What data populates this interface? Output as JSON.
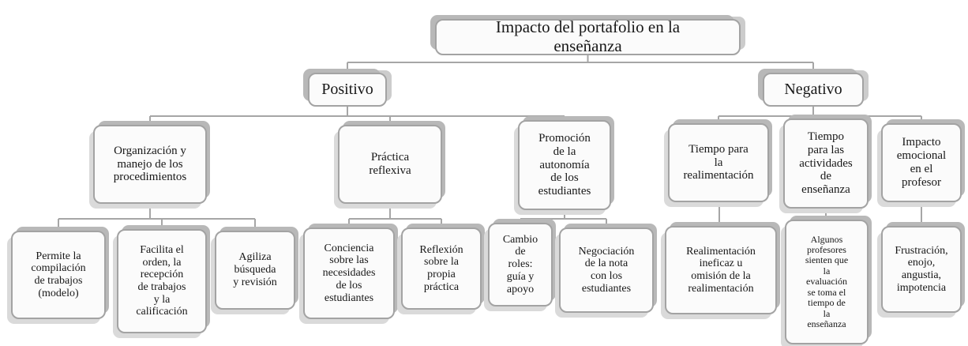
{
  "diagram": {
    "type": "hierarchy-tree",
    "title": "Impacto del portafolio en la enseñanza",
    "colors": {
      "box_fill": "#fbfbfb",
      "box_border": "#a3a3a3",
      "box_shadow": "#b8b8b8",
      "connector": "#a6a6a6",
      "text": "#181818",
      "background": "#ffffff"
    },
    "nodes": {
      "root": {
        "label": "Impacto del portafolio en la\nenseñanza"
      },
      "positivo": {
        "label": "Positivo"
      },
      "negativo": {
        "label": "Negativo"
      },
      "organizacion": {
        "label": "Organización y\nmanejo de los\nprocedimientos"
      },
      "practica": {
        "label": "Práctica\nreflexiva"
      },
      "promocion": {
        "label": "Promoción\nde la\nautonomía\nde los\nestudiantes"
      },
      "tiempo_realimentacion": {
        "label": "Tiempo  para\nla\nrealimentación"
      },
      "tiempo_actividades": {
        "label": "Tiempo\npara las\nactividades\nde\nenseñanza"
      },
      "impacto_emocional": {
        "label": "Impacto\nemocional\nen el\nprofesor"
      },
      "permite": {
        "label": "Permite la\ncompilación\nde trabajos\n(modelo)"
      },
      "facilita": {
        "label": "Facilita el\norden, la\nrecepción\nde trabajos\ny la\ncalificación"
      },
      "agiliza": {
        "label": "Agiliza\nbúsqueda\ny revisión"
      },
      "conciencia": {
        "label": "Conciencia\nsobre las\nnecesidades\nde los\nestudiantes"
      },
      "reflexion": {
        "label": "Reflexión\nsobre la\npropia\npráctica"
      },
      "cambio": {
        "label": "Cambio\nde\nroles:\nguía y\napoyo"
      },
      "negociacion": {
        "label": "Negociación\nde la nota\ncon los\nestudiantes"
      },
      "realimentacion_ineficaz": {
        "label": "Realimentación\nineficaz u\nomisión de la\nrealimentación"
      },
      "algunos_profesores": {
        "label": "Algunos\nprofesores\nsienten que\nla\nevaluación\nse toma el\ntiempo de\nla\nenseñanza"
      },
      "frustracion": {
        "label": "Frustración,\nenojo,\nangustia,\nimpotencia"
      }
    },
    "structure": {
      "root": [
        "positivo",
        "negativo"
      ],
      "positivo": [
        "organizacion",
        "practica",
        "promocion"
      ],
      "negativo": [
        "tiempo_realimentacion",
        "tiempo_actividades",
        "impacto_emocional"
      ],
      "organizacion": [
        "permite",
        "facilita",
        "agiliza"
      ],
      "practica": [
        "conciencia",
        "reflexion"
      ],
      "promocion": [
        "cambio",
        "negociacion"
      ],
      "tiempo_realimentacion": [
        "realimentacion_ineficaz"
      ],
      "tiempo_actividades": [
        "algunos_profesores"
      ],
      "impacto_emocional": [
        "frustracion"
      ]
    }
  }
}
